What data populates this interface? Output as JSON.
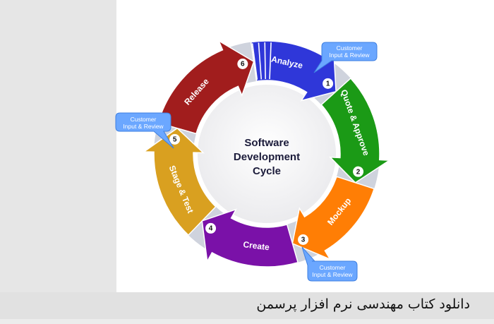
{
  "diagram": {
    "center_title": [
      "Software",
      "Development",
      "Cycle"
    ],
    "stages": [
      {
        "number": "1",
        "label": "Analyze",
        "color": "#2f37d9"
      },
      {
        "number": "2",
        "label": "Quote & Approve",
        "color": "#1b9a16"
      },
      {
        "number": "3",
        "label": "Mockup",
        "color": "#ff7e05"
      },
      {
        "number": "4",
        "label": "Create",
        "color": "#7a11a8"
      },
      {
        "number": "5",
        "label": "Stage & Test",
        "color": "#d9a020"
      },
      {
        "number": "6",
        "label": "Release",
        "color": "#a11d1d"
      }
    ],
    "callouts": [
      {
        "line1": "Customer",
        "line2": "Input & Review"
      },
      {
        "line1": "Customer",
        "line2": "Input & Review"
      },
      {
        "line1": "Customer",
        "line2": "Input & Review"
      }
    ]
  },
  "footer": {
    "text": "دانلود کتاب مهندسی نرم افزار پرسمن"
  }
}
